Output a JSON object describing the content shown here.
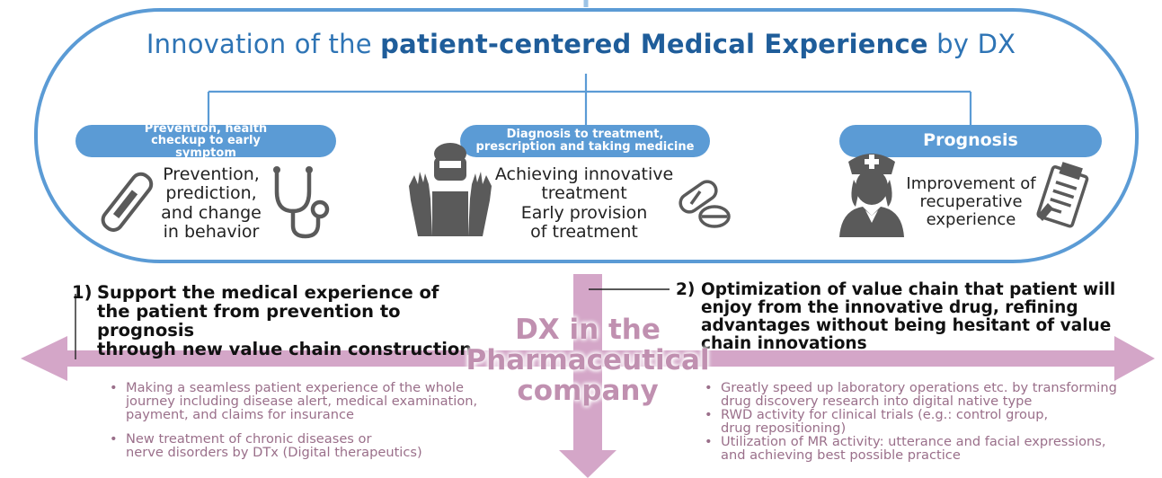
{
  "title": {
    "pre": "Innovation of the ",
    "bold": "patient-centered Medical Experience",
    "post": " by DX"
  },
  "columns": [
    {
      "tab": "Prevention, health checkup to early symptom",
      "lines": [
        "Prevention,",
        "prediction,",
        "and change",
        "in behavior"
      ],
      "icons": [
        "thermometer-icon",
        "stethoscope-icon"
      ]
    },
    {
      "tab": "Diagnosis to treatment, prescription and taking medicine",
      "lines": [
        "Achieving innovative",
        "treatment",
        "Early provision",
        "of treatment"
      ],
      "icons": [
        "doctor-icon",
        "pills-icon"
      ]
    },
    {
      "tab": "Prognosis",
      "lines": [
        "Improvement of",
        "recuperative",
        "experience"
      ],
      "icons": [
        "nurse-icon",
        "clipboard-icon"
      ]
    }
  ],
  "left_heading": {
    "number": "1)",
    "lines": [
      "Support the medical  experience of",
      "the patient from prevention to prognosis",
      "through new value chain construction"
    ]
  },
  "right_heading": {
    "number": "2)",
    "lines": [
      "Optimization of value chain that patient will",
      "enjoy from the innovative drug, refining",
      "advantages without being hesitant of value",
      "chain innovations"
    ]
  },
  "center_label": [
    "DX in the",
    "Pharmaceutical",
    "company"
  ],
  "left_bullets": [
    [
      "Making a seamless patient experience of the whole",
      "journey including disease alert, medical examination,",
      "payment, and claims for insurance"
    ],
    [
      "New treatment of  chronic diseases or",
      "nerve disorders by DTx (Digital therapeutics)"
    ]
  ],
  "right_bullets": [
    [
      "Greatly speed up laboratory operations etc. by transforming",
      "drug discovery research into digital native type"
    ],
    [
      "RWD activity for clinical trials (e.g.: control group,",
      "drug repositioning)"
    ],
    [
      "Utilization of MR activity: utterance and facial expressions,",
      "and achieving best possible practice"
    ]
  ],
  "colors": {
    "blue_outline": "#5b9bd5",
    "title_blue": "#2e74b5",
    "arrow_pink": "#d4a6c8",
    "text_pink": "#c090b0",
    "icon_gray": "#5a5a5a"
  }
}
